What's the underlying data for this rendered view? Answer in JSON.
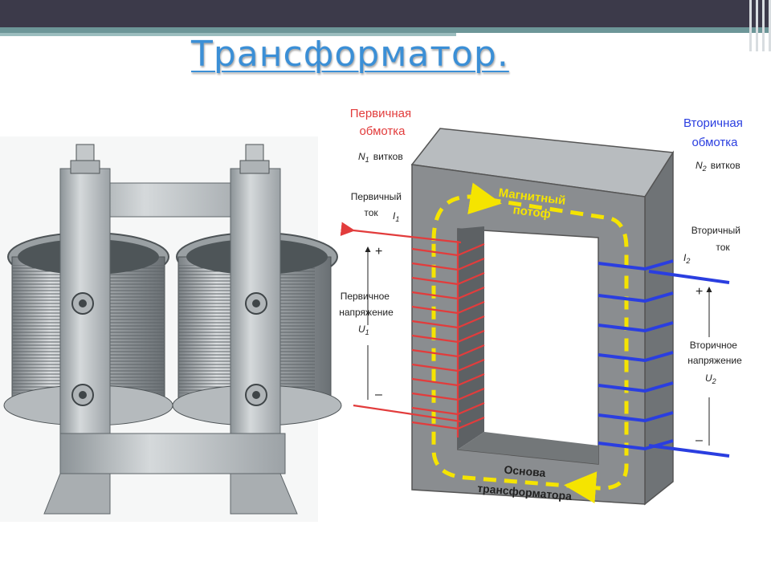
{
  "slide": {
    "title": "Трансформатор.",
    "colors": {
      "header_bar": "#3c3a4a",
      "header_stripe": "#6d9698",
      "title": "#3b8fd6",
      "core": "#8a8d90",
      "primary": "#e23c3c",
      "secondary": "#2a3ee0",
      "flux": "#f5e400"
    }
  },
  "photo": {
    "icon": "transformer-photo-illustration"
  },
  "diagram": {
    "primary_winding": [
      "Первичная",
      "обмотка"
    ],
    "primary_turns_symbol": "N",
    "primary_turns_sub": "1",
    "primary_turns_text": "витков",
    "secondary_winding": [
      "Вторичная",
      "обмотка"
    ],
    "secondary_turns_symbol": "N",
    "secondary_turns_sub": "2",
    "secondary_turns_text": "витков",
    "magnetic_flux": [
      "Магнитный",
      "потоф"
    ],
    "primary_current": [
      "Первичный",
      "ток"
    ],
    "primary_current_symbol": "I",
    "primary_current_sub": "1",
    "secondary_current": [
      "Вторичный",
      "ток"
    ],
    "secondary_current_symbol": "I",
    "secondary_current_sub": "2",
    "primary_voltage": [
      "Первичное",
      "напряжение"
    ],
    "primary_voltage_symbol": "U",
    "primary_voltage_sub": "1",
    "secondary_voltage": [
      "Вторичное",
      "напряжение"
    ],
    "secondary_voltage_symbol": "U",
    "secondary_voltage_sub": "2",
    "core_label": [
      "Основа",
      "трансформатора"
    ],
    "plus": "+",
    "minus": "–"
  }
}
